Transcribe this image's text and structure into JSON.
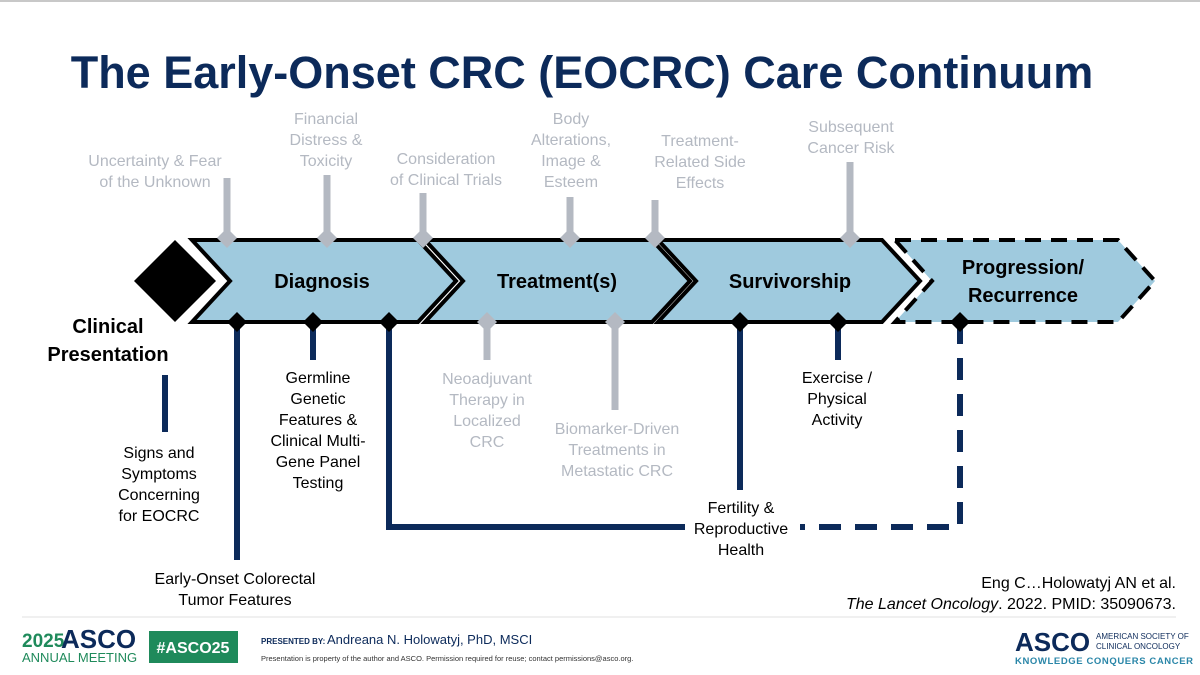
{
  "title": "The Early-Onset CRC (EOCRC) Care Continuum",
  "stages": [
    "Diagnosis",
    "Treatment(s)",
    "Survivorship",
    "Progression/",
    "Recurrence"
  ],
  "start": {
    "line1": "Clinical",
    "line2": "Presentation"
  },
  "top_labels": [
    [
      "Uncertainty & Fear",
      "of the Unknown"
    ],
    [
      "Financial",
      "Distress &",
      "Toxicity"
    ],
    [
      "Consideration",
      "of Clinical Trials"
    ],
    [
      "Body",
      "Alterations,",
      "Image &",
      "Esteem"
    ],
    [
      "Treatment-",
      "Related Side",
      "Effects"
    ],
    [
      "Subsequent",
      "Cancer Risk"
    ]
  ],
  "bottom_grey_labels": [
    [
      "Neoadjuvant",
      "Therapy in",
      "Localized",
      "CRC"
    ],
    [
      "Biomarker-Driven",
      "Treatments in",
      "Metastatic CRC"
    ]
  ],
  "bottom_labels": [
    [
      "Signs and",
      "Symptoms",
      "Concerning",
      "for EOCRC"
    ],
    [
      "Early-Onset Colorectal",
      "Tumor Features"
    ],
    [
      "Germline",
      "Genetic",
      "Features &",
      "Clinical Multi-",
      "Gene Panel",
      "Testing"
    ],
    [
      "Fertility &",
      "Reproductive",
      "Health"
    ],
    [
      "Exercise /",
      "Physical",
      "Activity"
    ]
  ],
  "citation": {
    "line1": "Eng C…Holowatyj AN et al.",
    "journal": "The Lancet Oncology",
    "rest": ". 2022. PMID: 35090673."
  },
  "footer": {
    "meeting_year": "2025",
    "meeting_brand": "ASCO",
    "meeting_sub": "ANNUAL MEETING",
    "hashtag": "#ASCO25",
    "presented_by_label": "PRESENTED BY:",
    "presenter": "Andreana N. Holowatyj, PhD, MSCI",
    "notice": "Presentation is property of the author and ASCO. Permission required for reuse; contact permissions@asco.org.",
    "asco_logo": "ASCO",
    "asco_full1": "AMERICAN SOCIETY OF",
    "asco_full2": "CLINICAL ONCOLOGY",
    "tagline": "KNOWLEDGE CONQUERS CANCER"
  },
  "colors": {
    "navy": "#0c2a5a",
    "arrow_fill": "#9fcade",
    "grey": "#b4b9c2",
    "green": "#1f8a5b",
    "teal": "#2a86a8"
  }
}
